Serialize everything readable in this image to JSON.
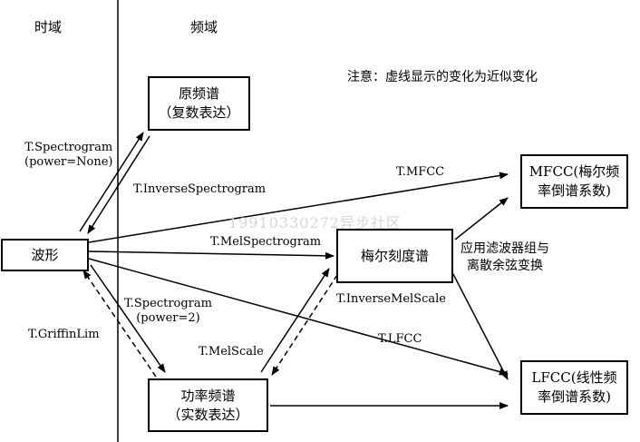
{
  "headers": {
    "time_domain": "时域",
    "freq_domain": "频域"
  },
  "note": "注意：虚线显示的变化为近似变化",
  "watermark": "19910330272异步社区",
  "nodes": {
    "waveform": "波形",
    "raw_spectrum": {
      "line1": "原频谱",
      "line2": "（复数表达）"
    },
    "power_spectrum": {
      "line1": "功率频谱",
      "line2": "（实数表达）"
    },
    "mel_spectrum": "梅尔刻度谱",
    "mfcc": {
      "line1": "MFCC(梅尔频",
      "line2": "率倒谱系数)"
    },
    "lfcc": {
      "line1": "LFCC(线性频",
      "line2": "率倒谱系数)"
    }
  },
  "edges": {
    "spectrogram_none": {
      "line1": "T.Spectrogram",
      "line2": "(power=None)"
    },
    "inverse_spectrogram": "T.InverseSpectrogram",
    "mfcc": "T.MFCC",
    "mel_spectrogram": "T.MelSpectrogram",
    "inverse_mel_scale": "T.InverseMelScale",
    "spectrogram_2": {
      "line1": "T.Spectrogram",
      "line2": "(power=2)"
    },
    "griffin_lim": "T.GriffinLim",
    "mel_scale": "T.MelScale",
    "lfcc": "T.LFCC",
    "filterbank_dct": {
      "line1": "应用滤波器组与",
      "line2": "离散余弦变换"
    }
  },
  "colors": {
    "line": "#000000",
    "watermark": "#d7d7d7"
  }
}
